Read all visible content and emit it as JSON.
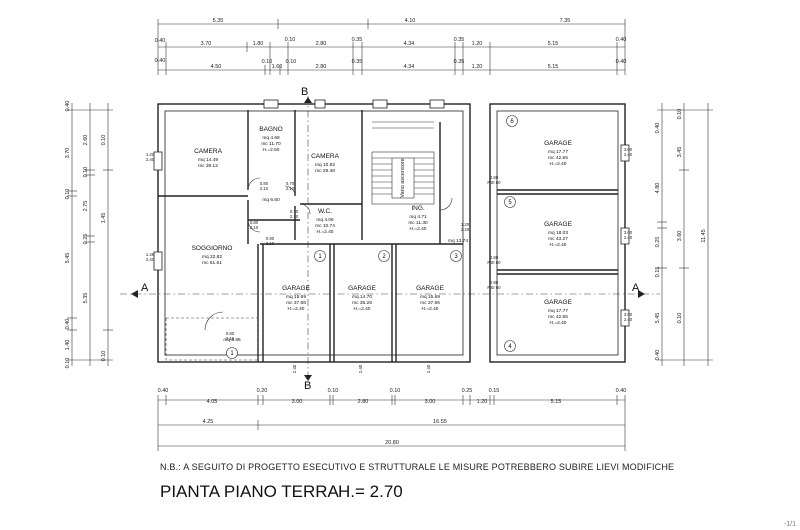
{
  "plan": {
    "title": "PIANTA PIANO TERRA",
    "height_label": "H.= 2.70",
    "note": "N.B.: A SEGUITO DI PROGETTO ESECUTIVO E STRUTTURALE LE MISURE POTREBBERO SUBIRE LIEVI MODIFICHE",
    "page_mark": "-1/1"
  },
  "sections": {
    "b_top": "B",
    "b_bottom": "B",
    "a_left": "A",
    "a_right": "A"
  },
  "rooms": [
    {
      "name": "CAMERA",
      "lines": [
        "mq 14.49",
        "mc 39.12"
      ]
    },
    {
      "name": "BAGNO",
      "lines": [
        "mq 4.68",
        "mc 11.70",
        "H.=2.50"
      ]
    },
    {
      "name": "CAMERA",
      "lines": [
        "mq 10.92",
        "mc 29.48"
      ]
    },
    {
      "name": "W.C.",
      "lines": [
        "mq 4.06",
        "mc 10.74",
        "H.=2.40"
      ]
    },
    {
      "name": "SOGGIORNO",
      "lines": [
        "mq 22.82",
        "mc 61.61"
      ]
    },
    {
      "name": "ING.",
      "lines": [
        "mq 4.71",
        "mc 11.30",
        "H.=2.40"
      ]
    },
    {
      "name": "GARAGE",
      "lines": [
        "mq 15.69",
        "mc 37.66",
        "H.=2.40"
      ]
    },
    {
      "name": "GARAGE",
      "lines": [
        "mq 14.70",
        "mc 35.28",
        "H.=2.40"
      ]
    },
    {
      "name": "GARAGE",
      "lines": [
        "mq 15.69",
        "mc 37.66",
        "H.=2.40"
      ]
    },
    {
      "name": "GARAGE",
      "lines": [
        "mq 17.77",
        "mc 42.65",
        "H.=2.40"
      ]
    },
    {
      "name": "GARAGE",
      "lines": [
        "mq 18.03",
        "mc 43.27",
        "H.=2.40"
      ]
    },
    {
      "name": "GARAGE",
      "lines": [
        "mq 17.77",
        "mc 42.65",
        "H.=2.40"
      ]
    }
  ],
  "labels": {
    "lift": "Vano ascensore",
    "disimpegno": "mq 6.60",
    "portico": "mq 5.86",
    "stair_landing": "mq 13.74",
    "garage_numbers": [
      "1",
      "2",
      "3",
      "4",
      "5",
      "6"
    ],
    "entry_number": "1"
  },
  "dimensions": {
    "top_row1": [
      "5.35",
      "4.10",
      "7.35"
    ],
    "top_row2": [
      "0.40",
      "3.70",
      "1.80",
      "0.10",
      "2.80",
      "0.35",
      "4.34",
      "0.35",
      "1.20",
      "5.15",
      "0.40"
    ],
    "top_row3": [
      "0.40",
      "4.50",
      "0.10",
      "1.60",
      "0.10",
      "2.80",
      "0.35",
      "4.34",
      "0.35",
      "1.20",
      "5.15",
      "0.40"
    ],
    "bottom_row1": [
      "0.40",
      "0.20",
      "0.10",
      "0.10",
      "0.25",
      "0.15",
      "0.40"
    ],
    "bottom_row2": [
      "4.05",
      "3.00",
      "2.80",
      "3.00",
      "1.20",
      "5.15"
    ],
    "bottom_row3": [
      "4.25",
      "16.55"
    ],
    "bottom_total": "20.80",
    "left_col1": [
      "0.40",
      "3.70",
      "0.10",
      "5.45",
      "0.40",
      "1.40",
      "0.10"
    ],
    "left_col2": [
      "2.60",
      "0.10",
      "2.75",
      "0.25",
      "5.35"
    ],
    "left_col3": [
      "0.10",
      "1.45",
      "0.10"
    ],
    "right_col1": [
      "0.40",
      "4.80",
      "0.25",
      "0.15",
      "5.45",
      "0.40"
    ],
    "right_col2": [
      "0.10",
      "3.45",
      "3.60",
      "0.10"
    ],
    "right_total": "11.45",
    "openings": [
      "1.20",
      "2.40",
      "1.46",
      "2.40",
      "0.80",
      "2.10",
      "0.70",
      "2.10",
      "0.80",
      "2.10",
      "0.70",
      "2.10",
      "0.90",
      "2.10",
      "0.80",
      "2.10",
      "2.40",
      "2.40",
      "2.40",
      "0.80",
      "RSI 60",
      "3.00",
      "2.40",
      "0.80",
      "RSI 60",
      "3.00",
      "2.40",
      "0.80",
      "RSI 60",
      "3.00",
      "2.40",
      "1.20",
      "2.20"
    ]
  }
}
